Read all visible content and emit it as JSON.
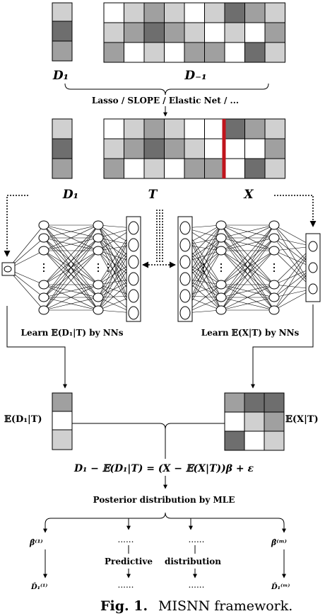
{
  "labels": {
    "d1": "D₁",
    "d_minus1": "D₋₁",
    "penalty_methods": "Lasso / SLOPE / Elastic Net / ...",
    "d1_second": "D₁",
    "t": "T",
    "x": "X",
    "learn_d1": "Learn 𝔼(D₁|T) by NNs",
    "learn_x": "Learn 𝔼(X|T) by NNs",
    "e_d1_t": "𝔼(D₁|T)",
    "e_x_t": "𝔼(X|T)",
    "equation": "D₁ − 𝔼(D₁|T) = (X − 𝔼(X|T))β + ε",
    "posterior": "Posterior distribution by MLE",
    "beta_1": "β̂⁽¹⁾",
    "beta_m": "β̂⁽ᵐ⁾",
    "dots": "......",
    "predictive": "Predictive",
    "distribution": "distribution",
    "d1hat_1": "D̂₁⁽¹⁾",
    "d1hat_m": "D̂₁⁽ᵐ⁾",
    "caption_bold": "Fig. 1.",
    "caption_text": "MISNN framework."
  },
  "colors": {
    "black": "#000000",
    "red_separator": "#c0141c",
    "shade_1": "#d0d0d0",
    "shade_2": "#a0a0a0",
    "shade_3": "#6e6e6e",
    "shade_4": "#ffffff"
  }
}
